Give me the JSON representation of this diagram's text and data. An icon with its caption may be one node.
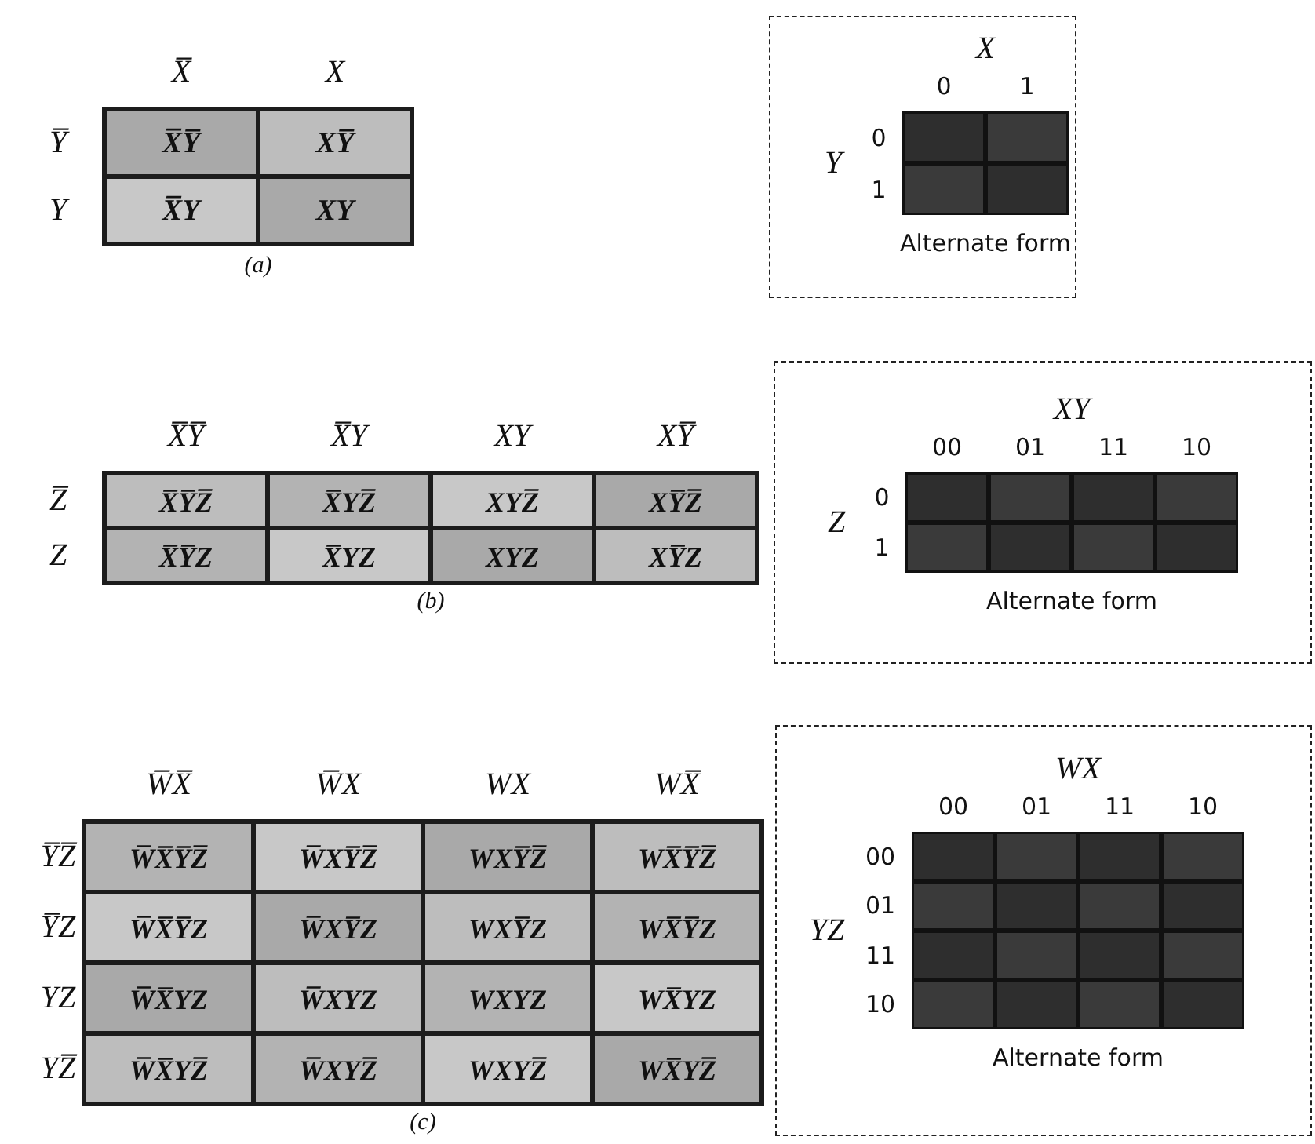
{
  "diagram": {
    "nodes": [
      {
        "text": [
          "X̅Y̅"
        ]
      },
      {
        "text": [
          "XY̅"
        ]
      },
      {
        "text": [
          "X̅Y"
        ]
      },
      {
        "text": [
          "XY"
        ]
      },
      {
        "text": [
          "X",
          "0",
          "1",
          "Y",
          "0",
          "1",
          "Alternate form"
        ]
      },
      {
        "text": [
          "X̅Y̅Z̅"
        ]
      },
      {
        "text": [
          "X̅YZ̅"
        ]
      },
      {
        "text": [
          "XYZ̅"
        ]
      },
      {
        "text": [
          "XY̅Z̅"
        ]
      },
      {
        "text": [
          "X̅Y̅Z"
        ]
      },
      {
        "text": [
          "X̅YZ"
        ]
      },
      {
        "text": [
          "XYZ"
        ]
      },
      {
        "text": [
          "XY̅Z"
        ]
      },
      {
        "text": [
          "XY",
          "00",
          "01",
          "11",
          "10",
          "Z",
          "0",
          "1",
          "Alternate form"
        ]
      },
      {
        "text": [
          "W̅X̅Y̅Z̅"
        ]
      },
      {
        "text": [
          "W̅XY̅Z̅"
        ]
      },
      {
        "text": [
          "WXY̅Z̅"
        ]
      },
      {
        "text": [
          "WX̅Y̅Z̅"
        ]
      },
      {
        "text": [
          "W̅X̅Y̅Z"
        ]
      },
      {
        "text": [
          "W̅XY̅Z"
        ]
      },
      {
        "text": [
          "WXY̅Z"
        ]
      },
      {
        "text": [
          "WX̅Y̅Z"
        ]
      },
      {
        "text": [
          "W̅X̅YZ"
        ]
      },
      {
        "text": [
          "W̅XYZ"
        ]
      },
      {
        "text": [
          "WXYZ"
        ]
      },
      {
        "text": [
          "WX̅YZ"
        ]
      },
      {
        "text": [
          "W̅X̅YZ̅"
        ]
      },
      {
        "text": [
          "W̅XYZ̅"
        ]
      },
      {
        "text": [
          "WXYZ̅"
        ]
      },
      {
        "text": [
          "WX̅YZ̅"
        ]
      },
      {
        "text": [
          "WX",
          "00",
          "01",
          "11",
          "10",
          "YZ",
          "00",
          "01",
          "11",
          "10",
          "Alternate form"
        ]
      }
    ],
    "labels": [
      "X̅",
      "X",
      "Y̅",
      "Y",
      "(a)",
      "X̅Y̅",
      "X̅Y",
      "XY",
      "XY̅",
      "Z̅",
      "Z",
      "(b)",
      "W̅X̅",
      "W̅X",
      "WX",
      "WX̅",
      "Y̅Z̅",
      "Y̅Z",
      "YZ",
      "YZ̅",
      "(c)"
    ]
  }
}
